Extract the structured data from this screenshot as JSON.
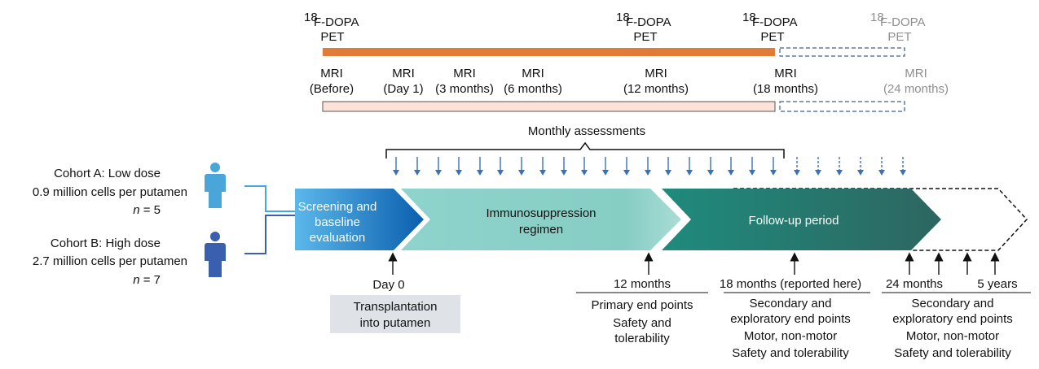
{
  "colors": {
    "pet_bar": "#e07b39",
    "mri_bar": "#fbe3d8",
    "cohort_a": "#4aa6d8",
    "cohort_b": "#3a5fae",
    "screening_start": "#5cb8ea",
    "screening_end": "#0b5fae",
    "immuno_start": "#8fd4cc",
    "immuno_end": "#6fbdb3",
    "followup_start": "#1e8a7c",
    "followup_end": "#2e6a63",
    "arrow_blue": "#3a72b8",
    "transplant_box": "#dfe3e7",
    "future_gray": "#8f8f8f"
  },
  "pet": {
    "sup": "18",
    "label_main": "F-DOPA",
    "label_sub": "PET"
  },
  "mri": [
    {
      "l1": "MRI",
      "l2": "(Before)"
    },
    {
      "l1": "MRI",
      "l2": "(Day 1)"
    },
    {
      "l1": "MRI",
      "l2": "(3 months)"
    },
    {
      "l1": "MRI",
      "l2": "(6 months)"
    },
    {
      "l1": "MRI",
      "l2": "(12 months)"
    },
    {
      "l1": "MRI",
      "l2": "(18 months)"
    },
    {
      "l1": "MRI",
      "l2": "(24 months)"
    }
  ],
  "monthly_assessments": "Monthly assessments",
  "cohorts": {
    "a": {
      "line1": "Cohort A: Low dose",
      "line2": "0.9 million cells per putamen",
      "n_var": "n",
      "n_rest": " = 5"
    },
    "b": {
      "line1": "Cohort B: High dose",
      "line2": "2.7 million cells per putamen",
      "n_var": "n",
      "n_rest": " = 7"
    }
  },
  "phases": {
    "screening": {
      "l1": "Screening and",
      "l2": "baseline",
      "l3": "evaluation"
    },
    "immuno": {
      "l1": "Immunosuppression",
      "l2": "regimen"
    },
    "followup": {
      "l1": "Follow-up period"
    }
  },
  "timepoints": {
    "day0": "Day 0",
    "m12": "12 months",
    "m18": "18 months (reported here)",
    "m24": "24 months",
    "y5": "5 years"
  },
  "transplant": {
    "l1": "Transplantation",
    "l2": "into putamen"
  },
  "endpoints": {
    "primary": {
      "title": "Primary end points",
      "l1": "Safety and",
      "l2": "tolerability"
    },
    "m18": {
      "l1": "Secondary and",
      "l2": "exploratory end points",
      "l3": "Motor, non-motor",
      "l4": "Safety and tolerability"
    },
    "m24": {
      "l1": "Secondary and",
      "l2": "exploratory end points",
      "l3": "Motor, non-motor",
      "l4": "Safety and tolerability"
    }
  }
}
